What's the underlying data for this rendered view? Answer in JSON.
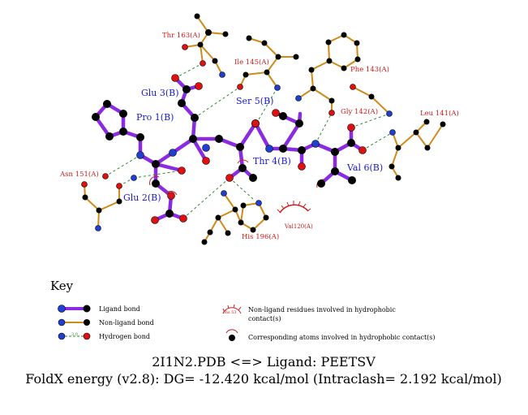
{
  "labels": {
    "ligand": [
      "Pro 1(B)",
      "Glu 2(B)",
      "Glu 3(B)",
      "Thr 4(B)",
      "Ser 5(B)",
      "Val 6(B)"
    ],
    "residues": [
      "Thr 163(A)",
      "Ile 145(A)",
      "Phe 143(A)",
      "Gly 142(A)",
      "Leu 141(A)",
      "Asn 151(A)",
      "His 196(A)"
    ],
    "hydrophobic": [
      "Val120(A)"
    ]
  },
  "key": {
    "title": "Key",
    "ligand_bond": "Ligand bond",
    "non_ligand_bond": "Non-ligand bond",
    "hydrogen_bond": "Hydrogen bond",
    "hb_distance": "3.0",
    "nonligand_residues_line1": "Non-ligand residues involved in hydrophobic",
    "nonligand_residues_line2": "contact(s)",
    "nonligand_residue_example": "His 53",
    "corresponding_atoms": "Corresponding atoms involved in hydrophobic contact(s)"
  },
  "footer": {
    "title": "2I1N2.PDB <=> Ligand: PEETSV",
    "energy": "FoldX energy (v2.8): DG= -12.420 kcal/mol (Intraclash= 2.192 kcal/mol)"
  },
  "colors": {
    "ligand_bond": "#8a2be2",
    "non_ligand_bond": "#d08a1a",
    "hbond": "#2e8b2e",
    "carbon": "#000000",
    "nitrogen": "#1f3fd0",
    "oxygen": "#e01010",
    "hydrophobic": "#cc2020"
  }
}
